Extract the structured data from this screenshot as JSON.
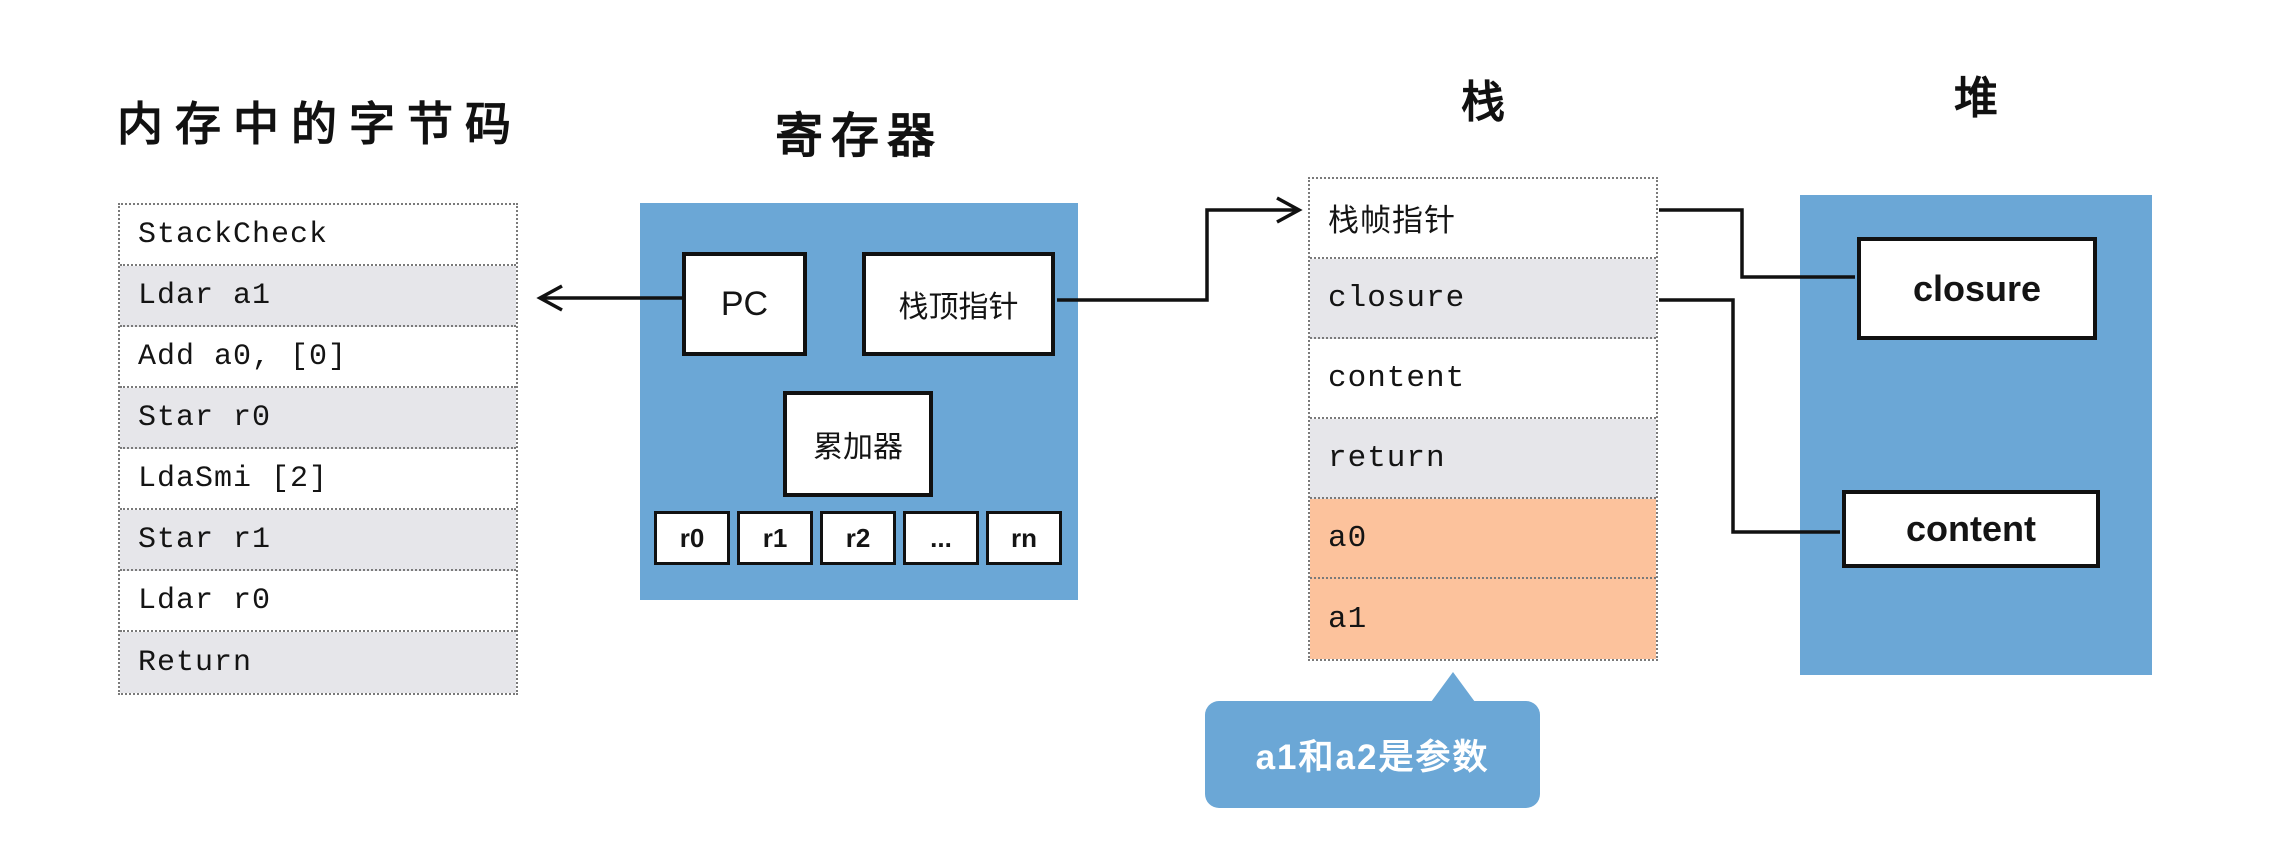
{
  "diagram": {
    "bytecode": {
      "title": "内存中的字节码",
      "rows": [
        "StackCheck",
        "Ldar a1",
        "Add a0, [0]",
        "Star r0",
        "LdaSmi [2]",
        "Star r1",
        "Ldar r0",
        "Return"
      ]
    },
    "registers": {
      "title": "寄存器",
      "pc_label": "PC",
      "stack_top_pointer_label": "栈顶指针",
      "accumulator_label": "累加器",
      "general_registers": [
        "r0",
        "r1",
        "r2",
        "...",
        "rn"
      ]
    },
    "stack": {
      "title": "栈",
      "rows": [
        {
          "label": "栈帧指针",
          "variant": "white"
        },
        {
          "label": "closure",
          "variant": "gray"
        },
        {
          "label": "content",
          "variant": "white"
        },
        {
          "label": "return",
          "variant": "gray"
        },
        {
          "label": "a0",
          "variant": "orange"
        },
        {
          "label": "a1",
          "variant": "orange"
        }
      ]
    },
    "heap": {
      "title": "堆",
      "closure_label": "closure",
      "content_label": "content"
    },
    "callout": {
      "text": "a1和a2是参数"
    },
    "colors": {
      "blue": "#6BA7D6",
      "gray_row": "#E6E6EA",
      "orange_row": "#FCC29C",
      "background": "#FFFFFF"
    }
  }
}
